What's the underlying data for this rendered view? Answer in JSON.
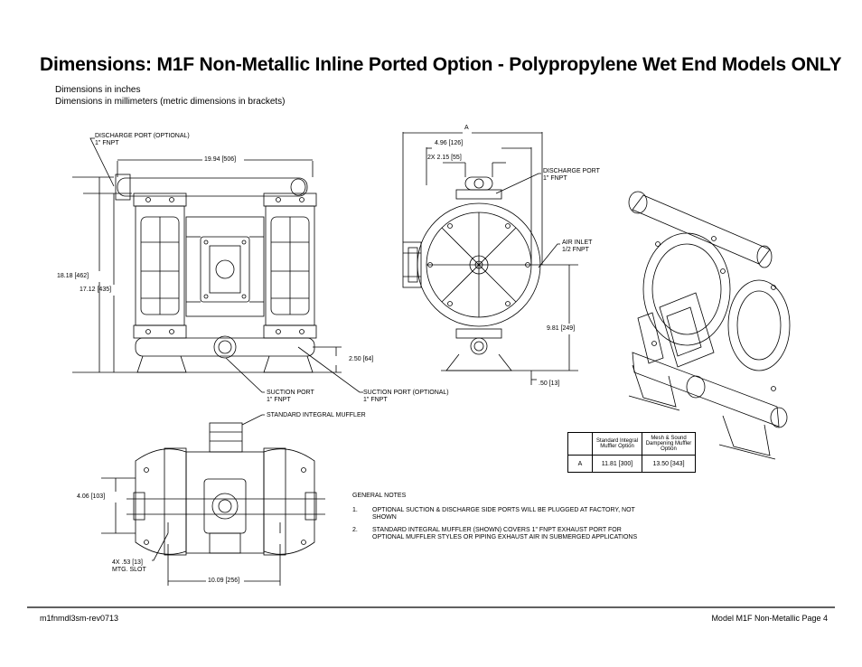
{
  "title": "Dimensions: M1F Non-Metallic Inline Ported Option - Polypropylene Wet End Models ONLY",
  "subtitle_inches": "Dimensions in inches",
  "subtitle_mm": "Dimensions in millimeters (metric dimensions in brackets)",
  "front_view": {
    "discharge_optional": [
      "DISCHARGE PORT (OPTIONAL)",
      "1\" FNPT"
    ],
    "width_dim": {
      "in": "19.94",
      "mm": "506"
    },
    "height_dim": {
      "in": "18.18",
      "mm": "462"
    },
    "height2_dim": {
      "in": "17.12",
      "mm": "435"
    },
    "suction_height_dim": {
      "in": "2.50",
      "mm": "64"
    },
    "suction_port": [
      "SUCTION PORT",
      "1\" FNPT"
    ],
    "suction_optional": [
      "SUCTION PORT (OPTIONAL)",
      "1\" FNPT"
    ]
  },
  "side_view": {
    "a_label": "A",
    "width_dim": {
      "in": "4.96",
      "mm": "126"
    },
    "port_dim": {
      "in": "2X 2.15",
      "mm": "55"
    },
    "discharge_port": [
      "DISCHARGE PORT",
      "1\" FNPT"
    ],
    "air_inlet": [
      "AIR INLET",
      "1/2 FNPT"
    ],
    "air_height_dim": {
      "in": "9.81",
      "mm": "249"
    },
    "base_dim": {
      "in": ".50",
      "mm": "13"
    }
  },
  "top_view": {
    "muffler": "STANDARD INTEGRAL MUFFLER",
    "depth_dim": {
      "in": "4.06",
      "mm": "103"
    },
    "slot_dim": {
      "in": "4X .53",
      "mm": "13"
    },
    "slot_label": "MTG. SLOT",
    "width_dim": {
      "in": "10.09",
      "mm": "256"
    }
  },
  "option_table": {
    "headers": [
      "",
      "Standard Integral Muffler Option",
      "Mesh & Sound Dampening Muffler Option"
    ],
    "rows": [
      [
        "A",
        "11.81 [300]",
        "13.50 [343]"
      ]
    ]
  },
  "notes": {
    "heading": "GENERAL NOTES",
    "items": [
      {
        "num": "1.",
        "text": "OPTIONAL SUCTION & DISCHARGE SIDE PORTS WILL BE PLUGGED AT FACTORY, NOT SHOWN"
      },
      {
        "num": "2.",
        "text": "STANDARD INTEGRAL MUFFLER (SHOWN) COVERS 1\" FNPT EXHAUST PORT FOR OPTIONAL MUFFLER STYLES OR PIPING EXHAUST AIR IN SUBMERGED APPLICATIONS"
      }
    ]
  },
  "footer": {
    "left": "m1fnmdl3sm-rev0713",
    "right": "Model M1F Non-Metallic Page 4"
  }
}
